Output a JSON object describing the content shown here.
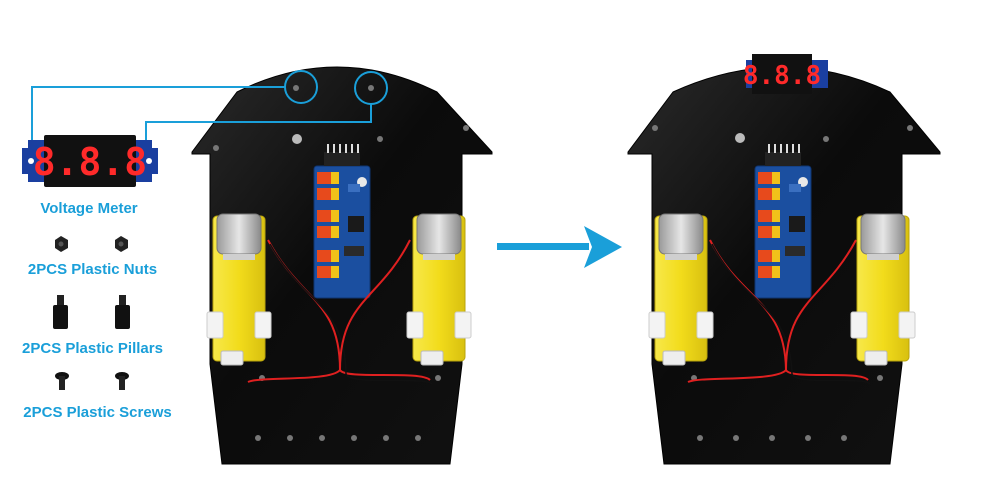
{
  "parts": {
    "voltage_meter": {
      "label": "Voltage Meter",
      "display": "8.8.8"
    },
    "nuts": {
      "label": "2PCS Plastic Nuts"
    },
    "pillars": {
      "label": "2PCS Plastic Pillars"
    },
    "screws": {
      "label": "2PCS Plastic Screws"
    }
  },
  "colors": {
    "label": "#1a9fd9",
    "callout": "#1a9fd9",
    "arrow": "#1a9fd9",
    "board": "#0d0d0d",
    "motor": "#f2dc1b",
    "driver": "#1b4fa0",
    "segment": "#ff2a2a",
    "wire_red": "#e02020"
  },
  "icons": [
    "voltage-meter-icon",
    "plastic-nut-icon",
    "plastic-pillar-icon",
    "plastic-screw-icon",
    "assembly-arrow-icon"
  ]
}
